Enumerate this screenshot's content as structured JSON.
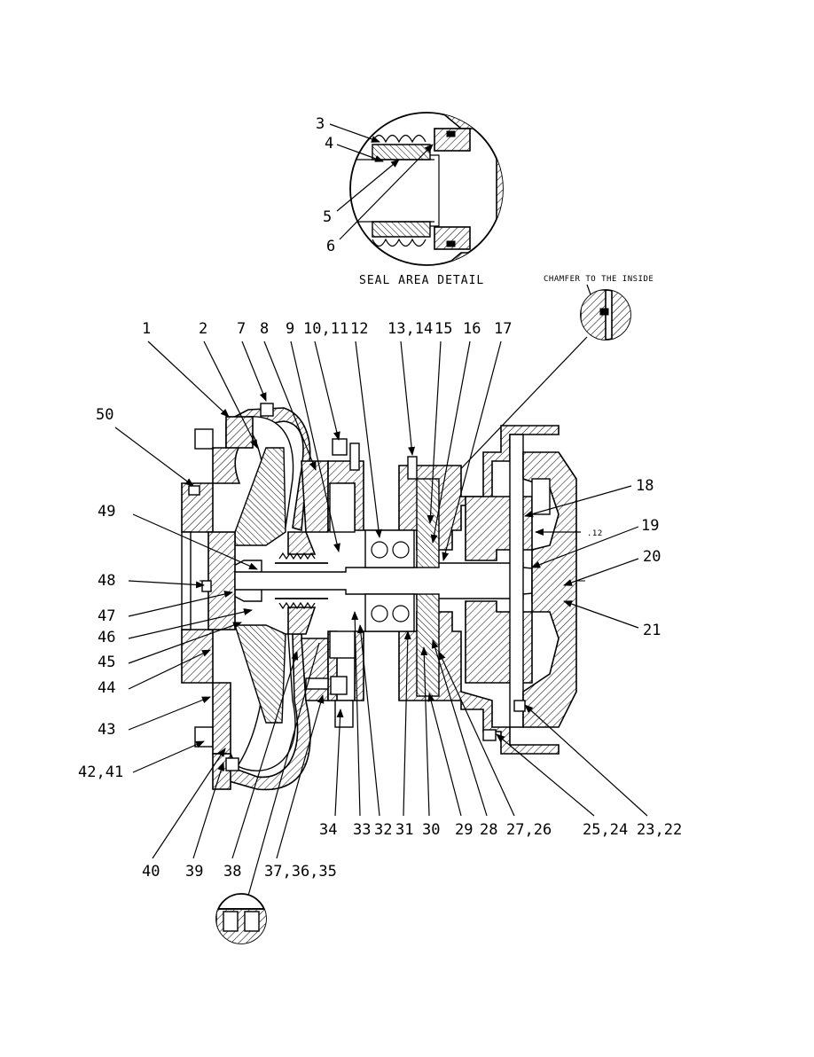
{
  "seal_detail": {
    "caption": "SEAL AREA DETAIL",
    "labels": [
      "3",
      "4",
      "5",
      "6"
    ]
  },
  "chamfer_note": "CHAMFER TO THE INSIDE",
  "dimension_note": ".12",
  "callouts_top": [
    "1",
    "2",
    "7",
    "8",
    "9",
    "10,11",
    "12",
    "13,14",
    "15",
    "16",
    "17"
  ],
  "callouts_right": [
    "18",
    "19",
    "20",
    "21"
  ],
  "callouts_left": [
    "50",
    "49",
    "48",
    "47",
    "46",
    "45",
    "44",
    "43",
    "42,41"
  ],
  "callouts_bottom_row1": [
    "34",
    "33",
    "32",
    "31",
    "30",
    "29",
    "28",
    "27,26",
    "25,24",
    "23,22"
  ],
  "callouts_bottom_row2": [
    "40",
    "39",
    "38",
    "37,36,35"
  ]
}
